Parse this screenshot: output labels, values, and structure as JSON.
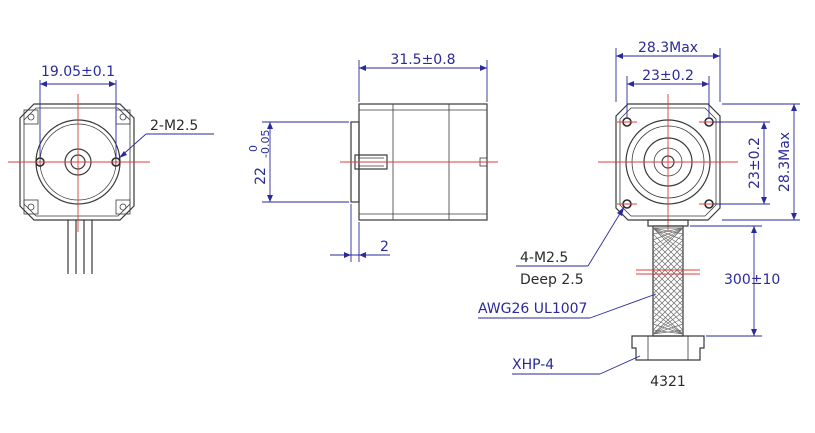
{
  "front_view": {
    "width_dim": "19.05±0.1",
    "hole_callout": "2-M2.5"
  },
  "side_view": {
    "length_dim": "31.5±0.8",
    "shaft_dia_nominal": "22",
    "shaft_dia_upper": "0",
    "shaft_dia_lower": "-0.05",
    "boss_dim": "2"
  },
  "rear_view": {
    "outer_width": "28.3Max",
    "hole_spacing_x": "23±0.2",
    "hole_spacing_y": "23±0.2",
    "outer_height": "28.3Max",
    "hole_callout_line1": "4-M2.5",
    "hole_callout_line2": "Deep 2.5",
    "cable_length": "300±10",
    "wire_spec": "AWG26 UL1007",
    "connector": "XHP-4",
    "pin_order": "4321"
  },
  "colors": {
    "ink": "#3a3a3a",
    "centerline": "#e23b3b",
    "dimension": "#2a2a9a"
  }
}
